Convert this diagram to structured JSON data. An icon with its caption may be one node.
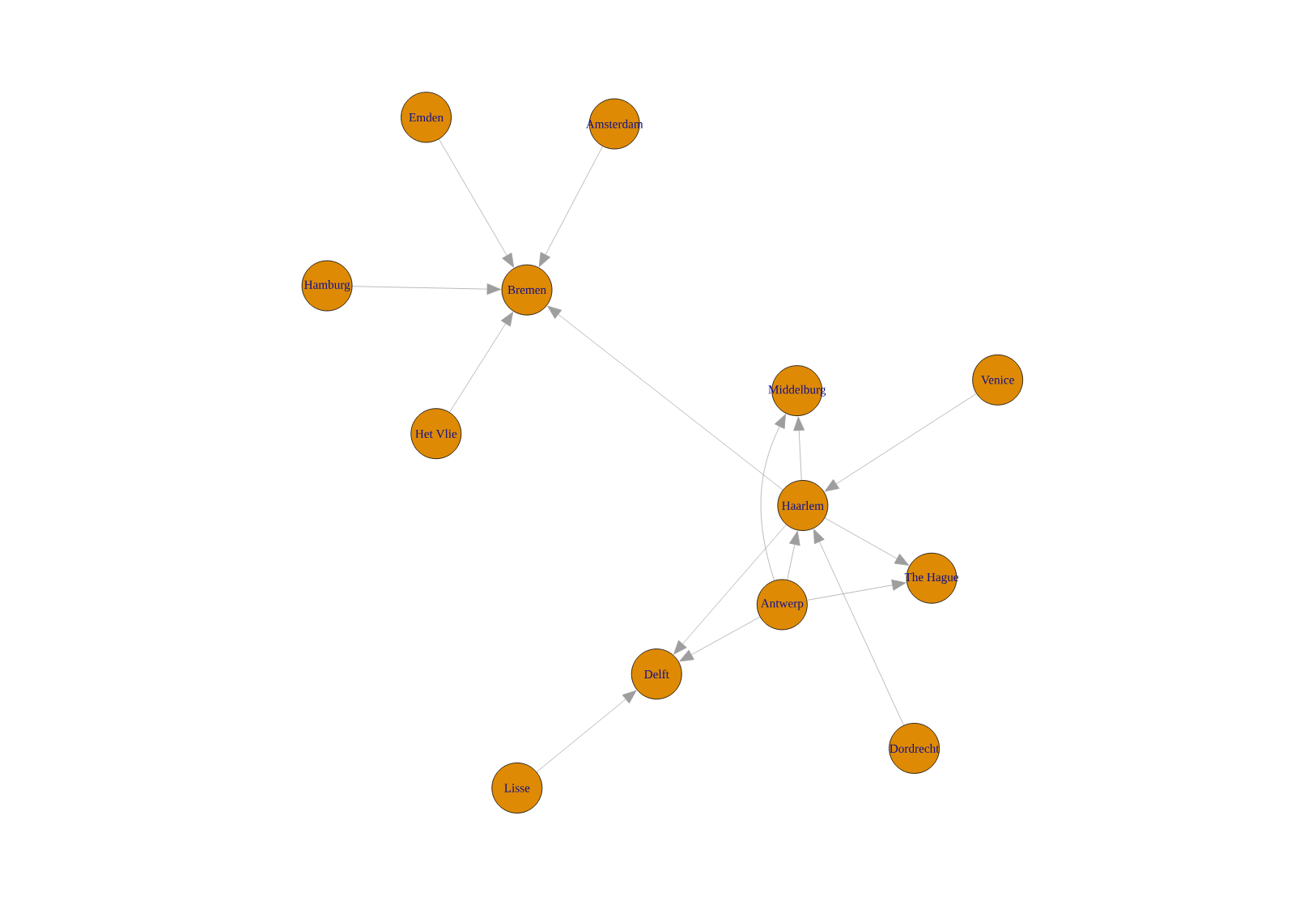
{
  "diagram": {
    "nodes": [
      {
        "text": [
          "Emden"
        ]
      },
      {
        "text": [
          "Amsterdam"
        ]
      },
      {
        "text": [
          "Hamburg"
        ]
      },
      {
        "text": [
          "Bremen"
        ]
      },
      {
        "text": [
          "Venice"
        ]
      },
      {
        "text": [
          "Middelburg"
        ]
      },
      {
        "text": [
          "Het Vlie"
        ]
      },
      {
        "text": [
          "Haarlem"
        ]
      },
      {
        "text": [
          "The Hague"
        ]
      },
      {
        "text": [
          "Antwerp"
        ]
      },
      {
        "text": [
          "Delft"
        ]
      },
      {
        "text": [
          "Dordrecht"
        ]
      },
      {
        "text": [
          "Lisse"
        ]
      }
    ],
    "edges": [
      {
        "from": 0,
        "to": 3,
        "arrow": "to"
      },
      {
        "from": 1,
        "to": 3,
        "arrow": "to"
      },
      {
        "from": 2,
        "to": 3,
        "arrow": "to"
      },
      {
        "from": 6,
        "to": 3,
        "arrow": "to"
      },
      {
        "from": 7,
        "to": 3,
        "arrow": "to"
      },
      {
        "from": 7,
        "to": 5,
        "arrow": "to"
      },
      {
        "from": 9,
        "to": 5,
        "arrow": "to"
      },
      {
        "from": 4,
        "to": 7,
        "arrow": "to"
      },
      {
        "from": 7,
        "to": 8,
        "arrow": "to"
      },
      {
        "from": 9,
        "to": 7,
        "arrow": "to"
      },
      {
        "from": 9,
        "to": 8,
        "arrow": "to"
      },
      {
        "from": 7,
        "to": 10,
        "arrow": "to"
      },
      {
        "from": 9,
        "to": 10,
        "arrow": "to"
      },
      {
        "from": 11,
        "to": 7,
        "arrow": "to"
      },
      {
        "from": 12,
        "to": 10,
        "arrow": "to"
      }
    ]
  }
}
